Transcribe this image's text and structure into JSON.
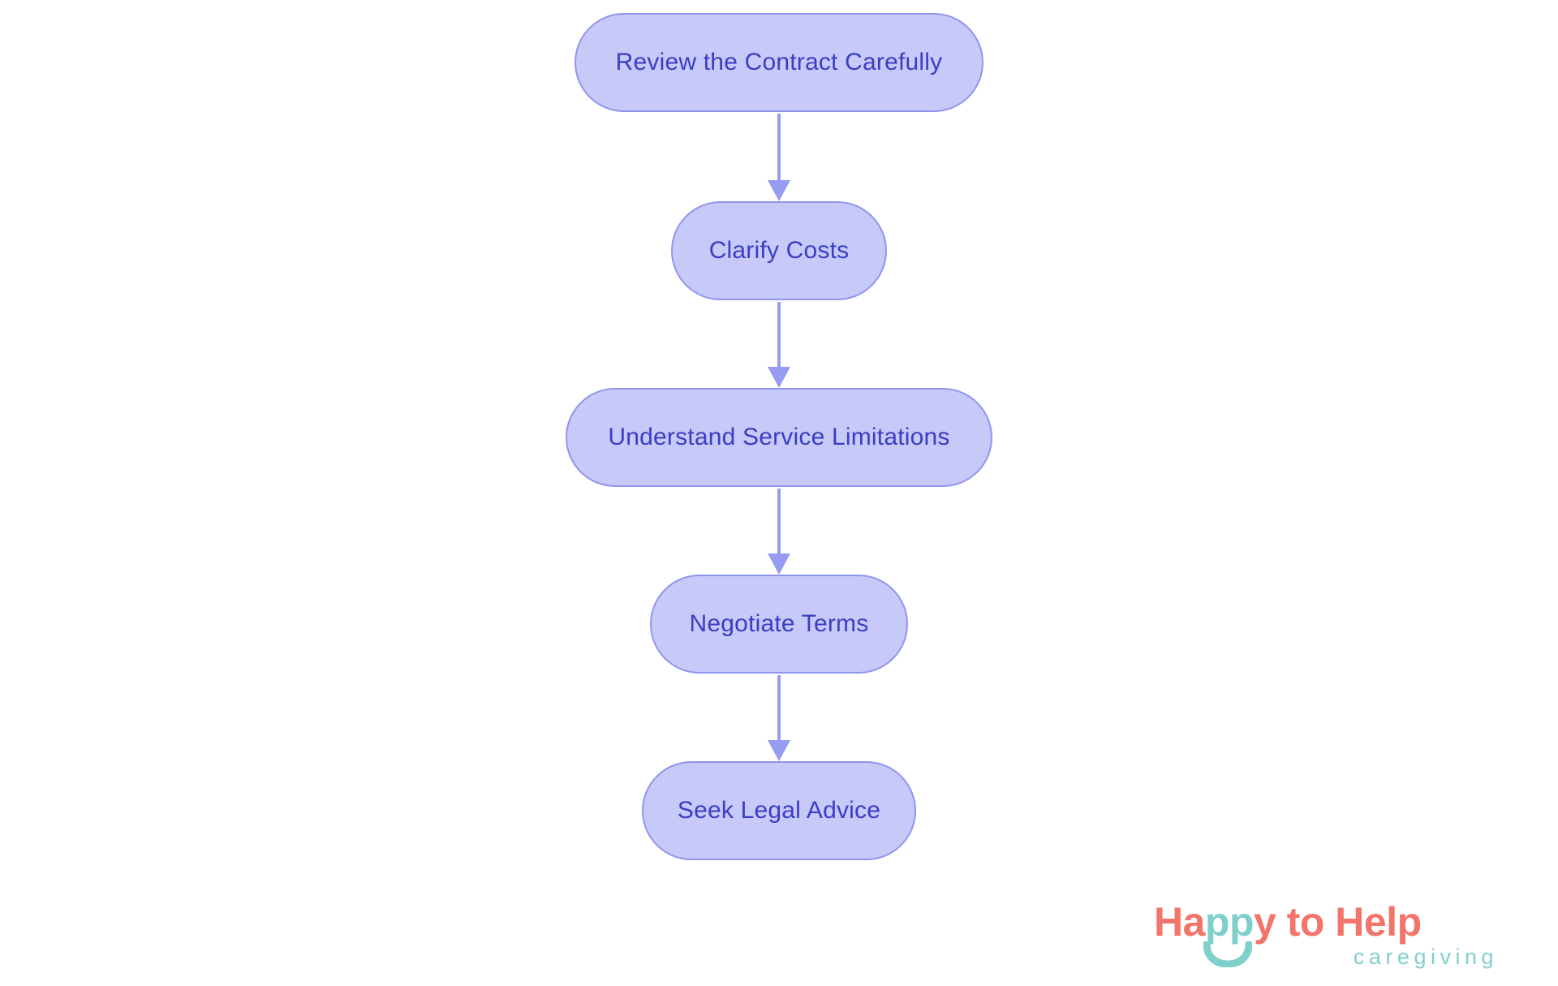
{
  "colors": {
    "background": "#ffffff",
    "node_fill": "#c7c9f8",
    "node_border": "#9095ee",
    "node_text": "#393ec3",
    "arrow": "#979cf3",
    "logo_coral": "#f2756b",
    "logo_teal": "#7fd0ca"
  },
  "flowchart": {
    "type": "vertical-flow",
    "nodes": [
      {
        "label": "Review the Contract Carefully"
      },
      {
        "label": "Clarify Costs"
      },
      {
        "label": "Understand Service Limitations"
      },
      {
        "label": "Negotiate Terms"
      },
      {
        "label": "Seek Legal Advice"
      }
    ],
    "edges": [
      [
        0,
        1
      ],
      [
        1,
        2
      ],
      [
        2,
        3
      ],
      [
        3,
        4
      ]
    ]
  },
  "logo": {
    "seg_ha": "Ha",
    "seg_pp": "pp",
    "seg_rest": "y to Help",
    "tagline": "caregiving"
  }
}
